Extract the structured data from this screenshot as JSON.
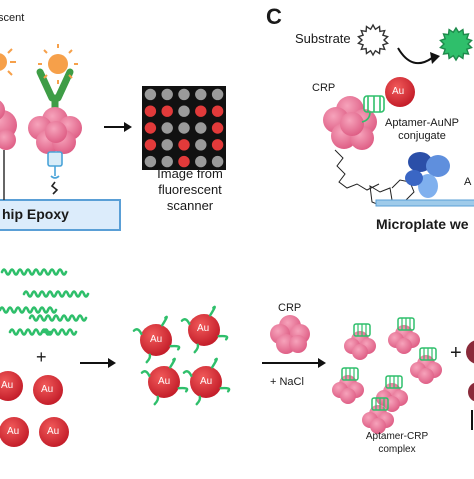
{
  "panel_b": {
    "label_partial": "scent",
    "chip_label": "hip Epoxy",
    "scanner_caption": [
      "Image from",
      "fluorescent",
      "scanner"
    ]
  },
  "panel_c": {
    "letter": "C",
    "substrate": "Substrate",
    "crp": "CRP",
    "au": "Au",
    "conjugate": [
      "Aptamer-AuNP",
      "conjugate"
    ],
    "plate": "Microplate we",
    "cut_letter": "A"
  },
  "panel_bottom": {
    "au": "Au",
    "plus": "+",
    "crp": "CRP",
    "nacl": "+ NaCl",
    "complex": [
      "Aptamer-CRP",
      "complex"
    ]
  },
  "grid": {
    "rows": [
      [
        0,
        0,
        0,
        0,
        0
      ],
      [
        1,
        1,
        0,
        1,
        1
      ],
      [
        1,
        0,
        0,
        0,
        1
      ],
      [
        1,
        0,
        1,
        0,
        1
      ],
      [
        0,
        0,
        1,
        0,
        0
      ]
    ],
    "on_color": "#e23a3a",
    "off_color": "#9a9a9a",
    "bg_color": "#111111"
  },
  "colors": {
    "gold_particle": "#e23a3a",
    "aptamer": "#2fbf6b",
    "protein": "#f07a9a",
    "antibody": "#4caf50",
    "sun": "#f6a04a",
    "chip": "#cfe6fb"
  }
}
